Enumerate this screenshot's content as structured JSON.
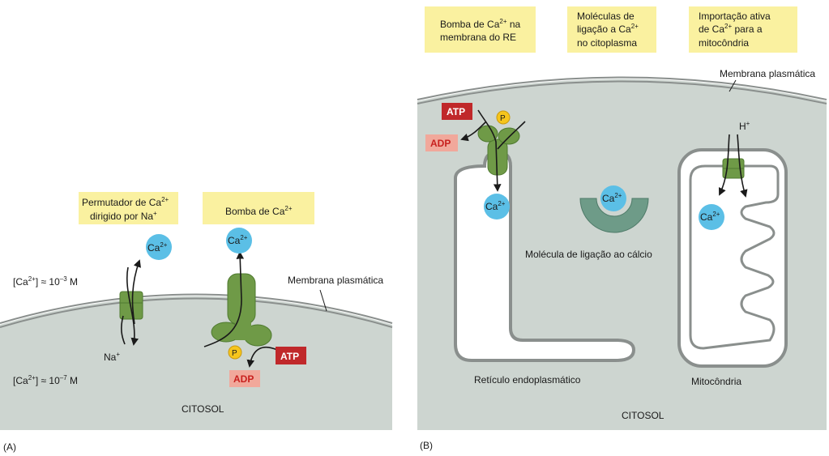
{
  "panel_a": {
    "label": "(A)",
    "exchanger_title_1": "Permutador de Ca",
    "exchanger_title_1_sup": "2+",
    "exchanger_title_2": "dirigido por Na",
    "exchanger_title_2_sup": "+",
    "pump_title": "Bomba de Ca",
    "pump_title_sup": "2+",
    "ca_out_exchanger": "Ca",
    "ca_out_exchanger_sup": "2+",
    "ca_out_pump": "Ca",
    "ca_out_pump_sup": "2+",
    "conc_outside_a": "[Ca",
    "conc_outside_sup": "2+",
    "conc_outside_b": "] ≈ 10",
    "conc_outside_exp": "–3",
    "conc_outside_c": " M",
    "conc_inside_a": "[Ca",
    "conc_inside_sup": "2+",
    "conc_inside_b": "] ≈ 10",
    "conc_inside_exp": "–7",
    "conc_inside_c": " M",
    "membrane_label": "Membrana  plasmática",
    "na_label": "Na",
    "na_sup": "+",
    "p_label": "P",
    "atp_label": "ATP",
    "adp_label": "ADP",
    "cytosol_label": "CITOSOL"
  },
  "panel_b": {
    "label": "(B)",
    "box_er_1": "Bomba de Ca",
    "box_er_1_sup": "2+",
    "box_er_1_tail": " na",
    "box_er_2": "membrana do RE",
    "box_bind_1": "Moléculas de",
    "box_bind_2": "ligação a Ca",
    "box_bind_2_sup": "2+",
    "box_bind_3": "no citoplasma",
    "box_mito_1": "Importação ativa",
    "box_mito_2": "de Ca",
    "box_mito_2_sup": "2+",
    "box_mito_2_tail": " para a",
    "box_mito_3": "mitocôndria",
    "membrane_label": "Membrana plasmática",
    "atp_label": "ATP",
    "adp_label": "ADP",
    "p_label": "P",
    "h_label": "H",
    "h_sup": "+",
    "ca_er": "Ca",
    "ca_er_sup": "2+",
    "ca_binding": "Ca",
    "ca_binding_sup": "2+",
    "ca_mito": "Ca",
    "ca_mito_sup": "2+",
    "binding_molecule_label": "Molécula de ligação ao cálcio",
    "er_label": "Retículo endoplasmático",
    "mito_label": "Mitocôndria",
    "cytosol_label": "CITOSOL"
  },
  "colors": {
    "cytosol": "#cdd5d0",
    "membrane": "#8a8f8d",
    "protein": "#6f9a47",
    "protein_dark": "#4f7a30",
    "ion": "#5bbfe6",
    "label_box": "#faf1a0",
    "atp": "#c0282a",
    "adp": "#f1a89b",
    "phosphate": "#f6c51c"
  }
}
